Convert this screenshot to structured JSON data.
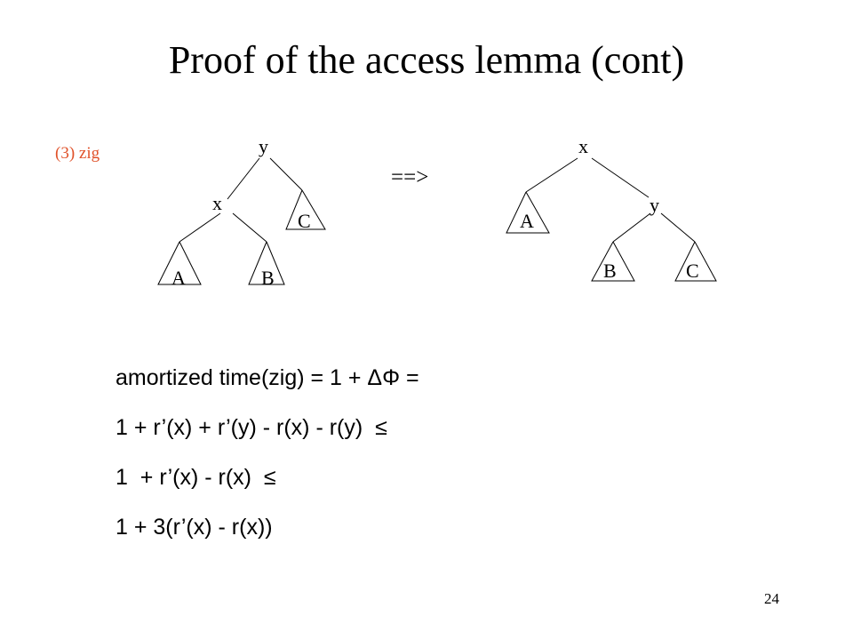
{
  "slide": {
    "title": "Proof of the access lemma (cont)",
    "case_label": "(3) zig",
    "arrow": "==>",
    "page_number": "24",
    "accent_color": "#e0522a"
  },
  "trees": {
    "before": {
      "root": "y",
      "child": "x",
      "subtrees": [
        "A",
        "B",
        "C"
      ]
    },
    "after": {
      "root": "x",
      "child": "y",
      "subtrees": [
        "A",
        "B",
        "C"
      ]
    }
  },
  "formulas": [
    "amortized time(zig) = 1 + ΔΦ =",
    "1 + r’(x) + r’(y) - r(x) - r(y)  ≤",
    "1  + r’(x) - r(x)  ≤",
    "1 + 3(r’(x) - r(x))"
  ]
}
